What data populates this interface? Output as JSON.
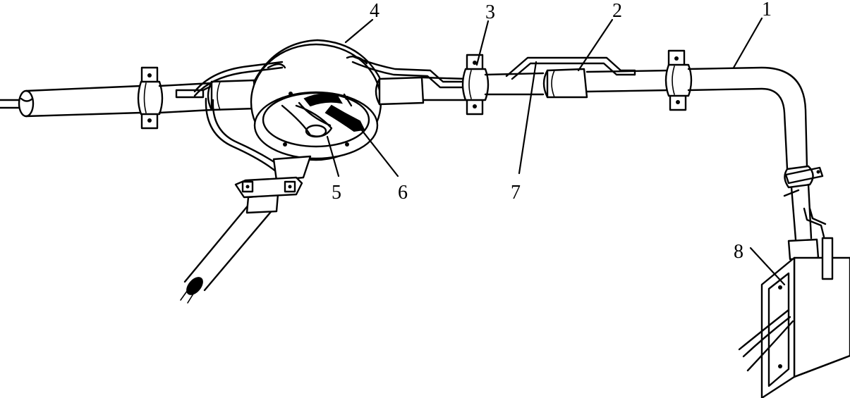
{
  "figure": {
    "callouts": {
      "c1": "1",
      "c2": "2",
      "c3": "3",
      "c4": "4",
      "c5": "5",
      "c6": "6",
      "c7": "7",
      "c8": "8"
    }
  }
}
